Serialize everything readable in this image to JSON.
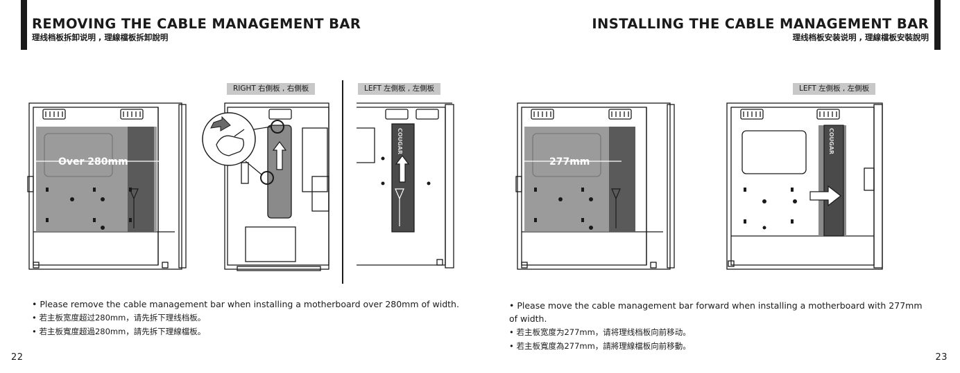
{
  "left_page": {
    "title": "REMOVING THE CABLE MANAGEMENT BAR",
    "subtitle": "理线档板拆卸说明 , 理線檔板拆卸說明",
    "figure_labels": {
      "right_panel": "RIGHT 右側板 , 右側板",
      "left_panel": "LEFT 左側板 , 左側板"
    },
    "measurement": "Over 280mm",
    "notes": [
      "Please remove the cable management bar when installing a motherboard over 280mm of width.",
      "若主板宽度超过280mm，请先拆下理线档板。",
      "若主板寬度超過280mm，請先拆下理線檔板。"
    ],
    "page_number": "22"
  },
  "right_page": {
    "title": "INSTALLING THE CABLE MANAGEMENT BAR",
    "subtitle": "理线档板安装说明 , 理線檔板安裝說明",
    "figure_labels": {
      "left_panel": "LEFT 左側板 , 左側板"
    },
    "measurement": "277mm",
    "notes": [
      "Please move the cable management bar forward when installing a motherboard with 277mm of width.",
      "若主板宽度为277mm，请将理线档板向前移动。",
      "若主板寬度為277mm，請將理線檔板向前移動。"
    ],
    "page_number": "23"
  },
  "brand_mark": "COUGAR",
  "colors": {
    "ink": "#1a1a1a",
    "label_bg": "#c8c8c8",
    "highlight": "#8a8a8a",
    "bar_dark": "#4a4a4a"
  },
  "icons": [
    "up-arrow-icon",
    "right-arrow-icon",
    "hand-pull-icon",
    "screw-icon"
  ]
}
